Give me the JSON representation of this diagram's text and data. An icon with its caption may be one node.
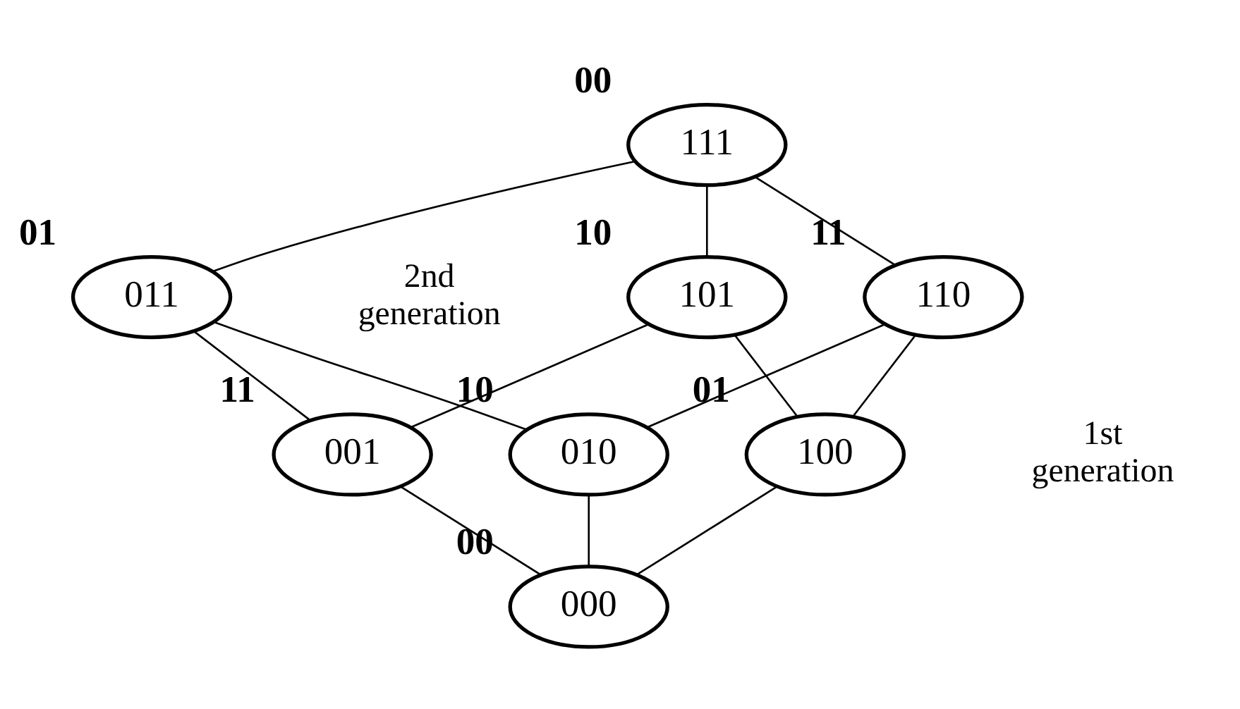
{
  "diagram": {
    "nodes": [
      {
        "text": [
          "111"
        ],
        "beside": [
          "00"
        ]
      },
      {
        "text": [
          "110"
        ],
        "beside": [
          "11"
        ]
      },
      {
        "text": [
          "101"
        ],
        "beside": [
          "10"
        ]
      },
      {
        "text": [
          "011"
        ],
        "beside": [
          "01"
        ]
      },
      {
        "text": [
          "100"
        ],
        "beside": [
          "01"
        ]
      },
      {
        "text": [
          "010"
        ],
        "beside": [
          "10"
        ]
      },
      {
        "text": [
          "001"
        ],
        "beside": [
          "11"
        ]
      },
      {
        "text": [
          "000"
        ],
        "beside": [
          "00"
        ]
      }
    ],
    "edges": [
      {
        "from": 0,
        "to": 1,
        "arrow": "none"
      },
      {
        "from": 0,
        "to": 2,
        "arrow": "none"
      },
      {
        "from": 0,
        "to": 3,
        "arrow": "none"
      },
      {
        "from": 1,
        "to": 4,
        "arrow": "none"
      },
      {
        "from": 1,
        "to": 5,
        "arrow": "none"
      },
      {
        "from": 2,
        "to": 4,
        "arrow": "none"
      },
      {
        "from": 2,
        "to": 6,
        "arrow": "none"
      },
      {
        "from": 3,
        "to": 5,
        "arrow": "none"
      },
      {
        "from": 3,
        "to": 6,
        "arrow": "none"
      },
      {
        "from": 4,
        "to": 7,
        "arrow": "none"
      },
      {
        "from": 5,
        "to": 7,
        "arrow": "none"
      },
      {
        "from": 6,
        "to": 7,
        "arrow": "none"
      }
    ],
    "labels": [
      "2nd generation",
      "1st generation"
    ]
  }
}
